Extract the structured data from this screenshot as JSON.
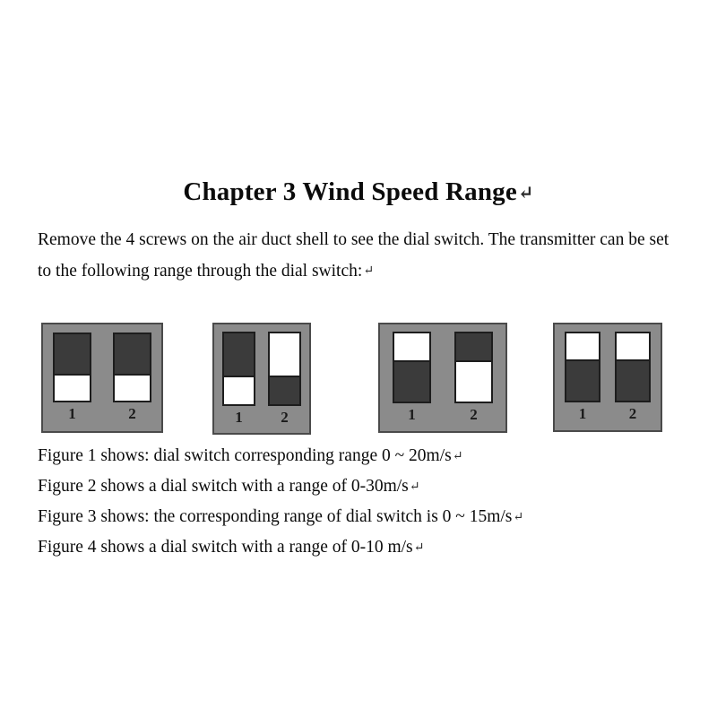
{
  "document": {
    "title": "Chapter 3 Wind Speed Range",
    "return_mark": "↵"
  },
  "heading": {
    "text": "Chapter 3 Wind Speed Range"
  },
  "intro": {
    "text": "Remove the 4 screws on the air duct shell to see the dial switch. The transmitter can be set to the following range through the dial switch:"
  },
  "figures": [
    {
      "id": "fig-1",
      "name": "Figure 1",
      "range": "0 ~ 20m/s",
      "body_color": "#8b8b8b",
      "rockers": [
        {
          "label": "1",
          "top": "dark",
          "bottom": "light",
          "position": "down"
        },
        {
          "label": "2",
          "top": "dark",
          "bottom": "light",
          "position": "down"
        }
      ]
    },
    {
      "id": "fig-2",
      "name": "Figure 2",
      "range": "0-30m/s",
      "body_color": "#8b8b8b",
      "rockers": [
        {
          "label": "1",
          "top": "dark",
          "bottom": "light",
          "position": "down"
        },
        {
          "label": "2",
          "top": "light",
          "bottom": "dark",
          "position": "up"
        }
      ]
    },
    {
      "id": "fig-3",
      "name": "Figure 3",
      "range": "0 ~ 15m/s",
      "body_color": "#8b8b8b",
      "rockers": [
        {
          "label": "1",
          "top": "light",
          "bottom": "dark",
          "position": "up"
        },
        {
          "label": "2",
          "top": "dark",
          "bottom": "light",
          "position": "down"
        }
      ]
    },
    {
      "id": "fig-4",
      "name": "Figure 4",
      "range": "0-10 m/s",
      "body_color": "#8b8b8b",
      "rockers": [
        {
          "label": "1",
          "top": "light",
          "bottom": "dark",
          "position": "up"
        },
        {
          "label": "2",
          "top": "light",
          "bottom": "dark",
          "position": "up"
        }
      ]
    }
  ],
  "captions": [
    {
      "text": "Figure 1 shows: dial switch corresponding range 0 ~ 20m/s"
    },
    {
      "text": "Figure 2 shows a dial switch with a range of 0-30m/s"
    },
    {
      "text": "Figure 3 shows: the corresponding range of dial switch is 0 ~ 15m/s"
    },
    {
      "text": "Figure 4 shows a dial switch with a range of 0-10 m/s"
    }
  ],
  "colors": {
    "page_background": "#ffffff",
    "text": "#0b0b0b",
    "switch_body": "#8b8b8b",
    "switch_body_border": "#4a4a4a",
    "rocker_dark": "#3b3b3b",
    "rocker_light": "#ffffff",
    "rocker_border": "#1d1d1d"
  }
}
